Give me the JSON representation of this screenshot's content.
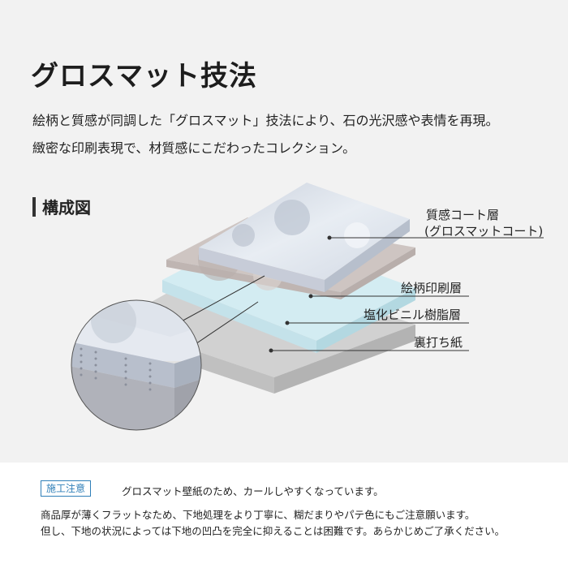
{
  "title": "グロスマット技法",
  "lead": {
    "line1": "絵柄と質感が同調した「グロスマット」技法により、石の光沢感や表情を再現。",
    "line2": "緻密な印刷表現で、材質感にこだわったコレクション。"
  },
  "section": {
    "heading": "構成図"
  },
  "layers": [
    {
      "name": "質感コート層",
      "sub": "(グロスマットコート)",
      "color": "#dfe5ee"
    },
    {
      "name": "絵柄印刷層",
      "color": "#cfc6c3"
    },
    {
      "name": "塩化ビニル樹脂層",
      "color": "#d3ecf2"
    },
    {
      "name": "裏打ち紙",
      "color": "#c2c2c2"
    }
  ],
  "notice": {
    "badge": "施工注意",
    "line1": "グロスマット壁紙のため、カールしやすくなっています。",
    "line2": "商品厚が薄くフラットなため、下地処理をより丁寧に、糊だまりやパテ色にもご注意願います。",
    "line3": "但し、下地の状況によっては下地の凹凸を完全に抑えることは困難です。あらかじめご了承ください。"
  }
}
